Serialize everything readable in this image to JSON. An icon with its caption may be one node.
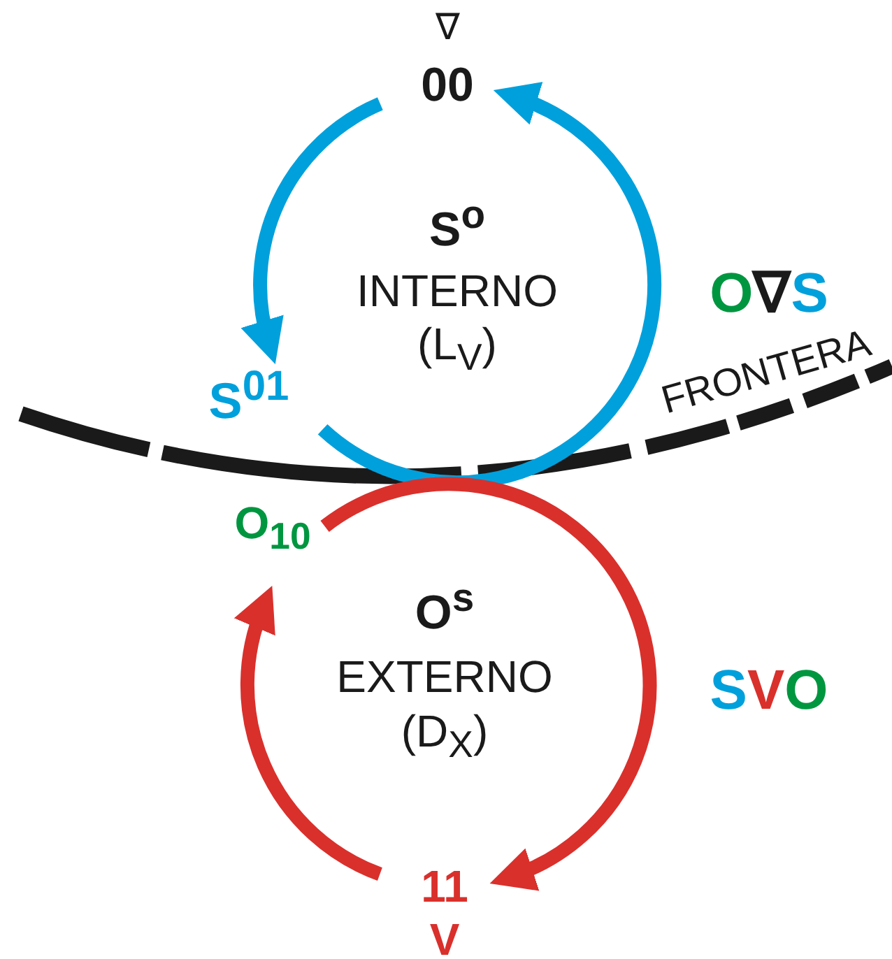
{
  "diagram": {
    "nodes": [
      {
        "text": [
          "∇",
          "00"
        ]
      },
      {
        "text": [
          "S$^{01}$"
        ]
      },
      {
        "text": [
          "O$_{10}$"
        ]
      },
      {
        "text": [
          "11",
          "V"
        ]
      }
    ],
    "edges": [
      {
        "from": 0,
        "to": 1,
        "arrow": "to",
        "color": "#00a0dc"
      },
      {
        "from": 1,
        "to": 0,
        "arrow": "to",
        "color": "#00a0dc"
      },
      {
        "from": 3,
        "to": 2,
        "arrow": "to",
        "color": "#d9302c"
      },
      {
        "from": 2,
        "to": 3,
        "arrow": "to",
        "color": "#d9302c"
      }
    ],
    "labels": [
      "S$^{o}$",
      "INTERNO",
      "(L$_{V}$)",
      "O∇S",
      "FRONTERA",
      "O$^{s}$",
      "EXTERNO",
      "(D$_{X}$)",
      "SVO"
    ]
  }
}
